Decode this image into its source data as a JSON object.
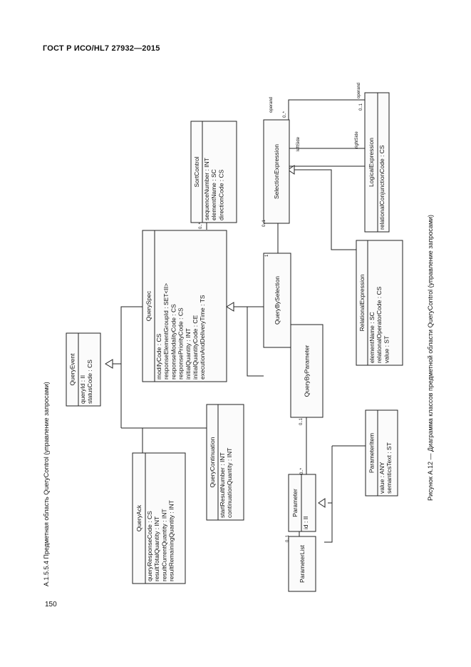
{
  "header": {
    "doc_title": "ГОСТ Р ИСО/HL7 27932—2015"
  },
  "page_number": "150",
  "section_caption": "A.1.5.5.4 Предметная область QueryControl (управление запросами)",
  "figure_caption": "Рисунок А.12 — Диаграмма классов предметной области QueryControl (управление запросами)",
  "classes": {
    "query_event": {
      "name": "QueryEvent",
      "attrs": [
        "queryId : II",
        "statusCode : CS"
      ]
    },
    "query_ack": {
      "name": "QueryAck",
      "attrs": [
        "queryResponseCode : CS",
        "resultTotalQuantity : INT",
        "resultCurrentQuantity : INT",
        "resultRemainingQuantity : INT"
      ]
    },
    "query_continuation": {
      "name": "QueryContinuation",
      "attrs": [
        "startResultNumber : INT",
        "continuationQuantity : INT"
      ]
    },
    "query_spec": {
      "name": "QuerySpec",
      "attrs": [
        "modifyCode : CS",
        "responseElementGroupId : SET<II>",
        "responseModalityCode : CS",
        "responsePriorityCode : CS",
        "initialQuantity : INT",
        "initialQuantityCode : CE",
        "executionAndDeliveryTime : TS"
      ]
    },
    "sort_control": {
      "name": "SortControl",
      "attrs": [
        "sequenceNumber : INT",
        "elementName : SC",
        "directionCode : CS"
      ]
    },
    "query_by_selection": {
      "name": "QueryBySelection",
      "attrs": []
    },
    "query_by_parameter": {
      "name": "QueryByParameter",
      "attrs": []
    },
    "selection_expression": {
      "name": "SelectionExpression",
      "attrs": []
    },
    "logical_expression": {
      "name": "LogicalExpression",
      "attrs": [
        "relationalConjunctionCode : CS"
      ]
    },
    "relational_expression": {
      "name": "RelationalExpression",
      "attrs": [
        "elementName : SC",
        "relationalOperatorCode : CS",
        "value : ST"
      ]
    },
    "parameter": {
      "name": "Parameter",
      "attrs": [
        "id : II"
      ]
    },
    "parameter_item": {
      "name": "ParameterItem",
      "attrs": [
        "value : ANY",
        "semanticsText : ST"
      ]
    },
    "parameter_list": {
      "name": "ParameterList",
      "attrs": []
    }
  },
  "labels": {
    "m_sort": "0..*",
    "m_qbs": "1",
    "m_sel_in": "0..1",
    "m_sel_top": "0..*",
    "m_log_top": "0..1",
    "m_param_top": "0..*",
    "m_param_bot": "0..1",
    "m_qbp": "0..1",
    "role_operand": "operand",
    "role_left": "leftSide",
    "role_right": "rightSide"
  }
}
